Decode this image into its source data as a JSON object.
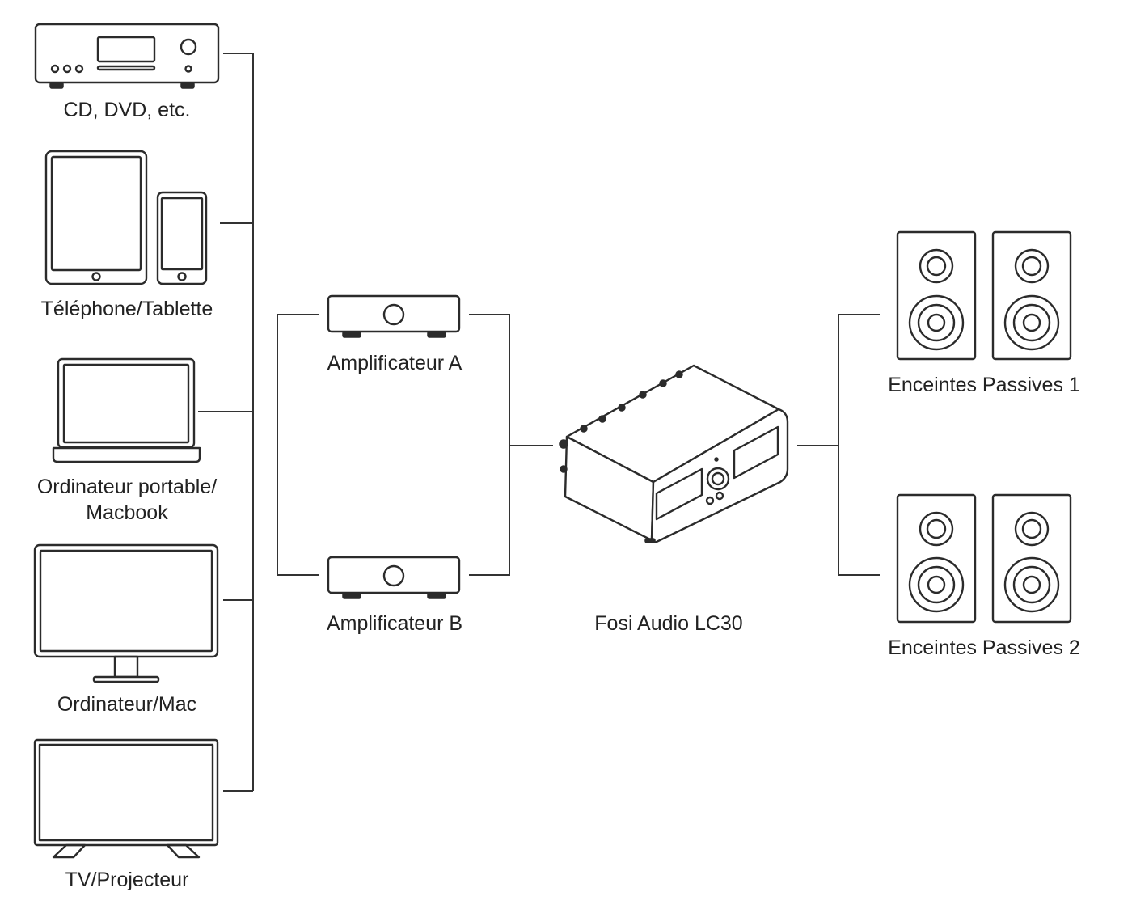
{
  "sources": [
    {
      "id": "cd-dvd",
      "label": "CD, DVD, etc."
    },
    {
      "id": "phone-tablet",
      "label": "Téléphone/Tablette"
    },
    {
      "id": "laptop",
      "label_line1": "Ordinateur portable/",
      "label_line2": "Macbook"
    },
    {
      "id": "desktop",
      "label": "Ordinateur/Mac"
    },
    {
      "id": "tv-projector",
      "label": "TV/Projecteur"
    }
  ],
  "amplifiers": [
    {
      "id": "amp-a",
      "label": "Amplificateur A"
    },
    {
      "id": "amp-b",
      "label": "Amplificateur B"
    }
  ],
  "switcher": {
    "label": "Fosi Audio LC30"
  },
  "speakers": [
    {
      "id": "speakers-1",
      "label": "Enceintes Passives 1"
    },
    {
      "id": "speakers-2",
      "label": "Enceintes Passives 2"
    }
  ],
  "colors": {
    "line": "#2b2b2b",
    "text": "#222222",
    "background": "#ffffff"
  }
}
